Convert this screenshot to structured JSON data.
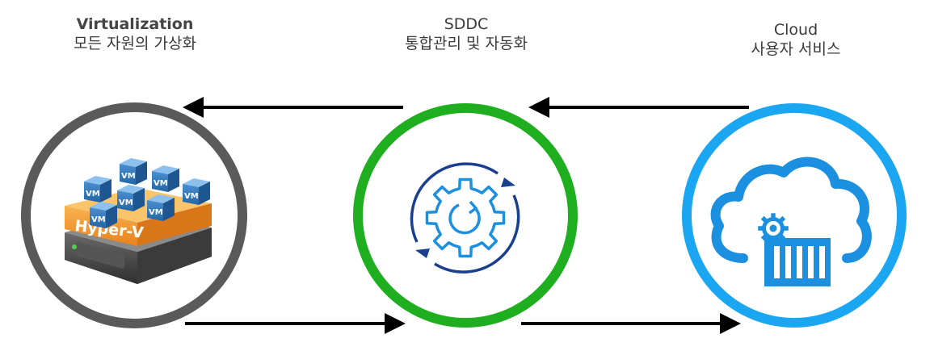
{
  "nodes": {
    "virtualization": {
      "title": "Virtualization",
      "subtitle": "모든 자원의 가상화",
      "ring_color": "#5a5a5a"
    },
    "sddc": {
      "title": "SDDC",
      "subtitle": "통합관리 및 자동화",
      "ring_color": "#1fae1f"
    },
    "cloud": {
      "title": "Cloud",
      "subtitle": "사용자 서비스",
      "ring_color": "#1aa6f0"
    }
  },
  "hyperv": {
    "label": "Hyper-V",
    "vm_label": "VM"
  },
  "colors": {
    "arrow": "#000000",
    "icon_blue": "#1b8fe0",
    "icon_navy": "#1a3f8f",
    "hyperv_orange": "#f39a2e",
    "vm_blue": "#3a7fc2"
  },
  "icons": [
    "virtualization-server-icon",
    "sync-gear-icon",
    "cloud-gear-building-icon"
  ]
}
